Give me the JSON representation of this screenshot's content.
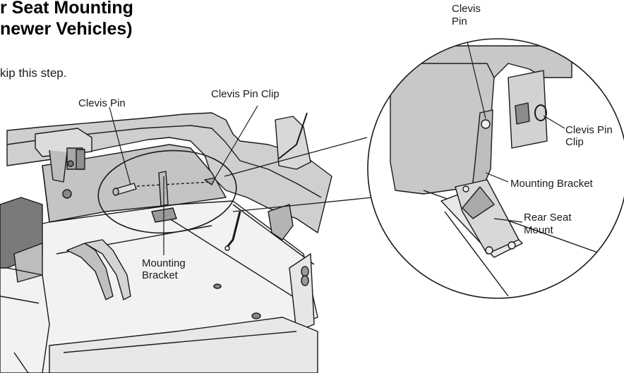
{
  "heading": {
    "line1": "r Seat Mounting",
    "line2": "newer Vehicles)"
  },
  "body_text": "kip this step.",
  "main_callouts": {
    "clevis_pin": "Clevis Pin",
    "clevis_pin_clip": "Clevis Pin Clip",
    "mounting_bracket_line1": "Mounting",
    "mounting_bracket_line2": "Bracket"
  },
  "detail_callouts": {
    "clevis_pin_line1": "Clevis",
    "clevis_pin_line2": "Pin",
    "clevis_pin_clip_line1": "Clevis Pin",
    "clevis_pin_clip_line2": "Clip",
    "mounting_bracket": "Mounting Bracket",
    "rear_seat_mount_line1": "Rear Seat",
    "rear_seat_mount_line2": "Mount"
  },
  "colors": {
    "panel_gray": "#c8c8c8",
    "dark_gray": "#8c8c8c",
    "line": "#1a1a1a"
  }
}
